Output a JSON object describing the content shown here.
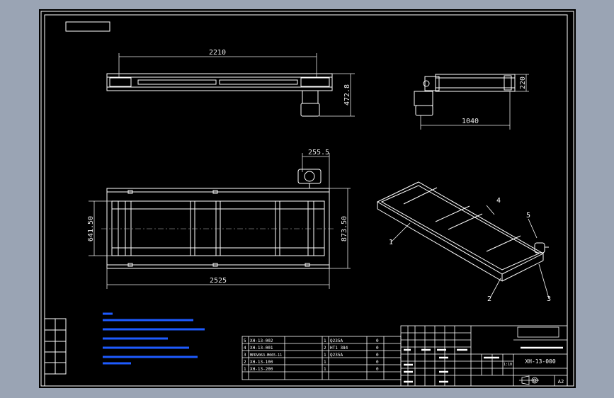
{
  "colors": {
    "background": "#9aa4b4",
    "sheet": "#000000",
    "line": "#ffffff",
    "dimension": "#e8e8e8",
    "notes": "#1e5bff",
    "centerline": "#bfbfbf"
  },
  "front_view": {
    "dim_length": "2210",
    "dim_height": "472.8"
  },
  "side_view": {
    "dim_height": "220",
    "dim_width": "1040"
  },
  "top_view": {
    "dim_offset": "255.5",
    "dim_inner_width": "641.50",
    "dim_outer_width": "873.50",
    "dim_length": "2525"
  },
  "iso_view": {
    "balloons": [
      "1",
      "2",
      "3",
      "4",
      "5"
    ]
  },
  "parts_list": {
    "rows": [
      {
        "no": "5",
        "code": "XH-13-002",
        "qty": "1",
        "material": "Q235A",
        "weight": "0"
      },
      {
        "no": "4",
        "code": "XH-13-001",
        "qty": "2",
        "material": "HT1 384",
        "weight": "0"
      },
      {
        "no": "3",
        "code": "MPRV063-M065-11",
        "qty": "1",
        "material": "Q235A",
        "weight": "0"
      },
      {
        "no": "2",
        "code": "XH-13-100",
        "qty": "1",
        "material": "",
        "weight": "0"
      },
      {
        "no": "1",
        "code": "XH-13-200",
        "qty": "1",
        "material": "",
        "weight": "0"
      }
    ]
  },
  "title_block": {
    "drawing_no": "XH-13-000",
    "sheet_size": "A2",
    "scale": "1:10"
  }
}
